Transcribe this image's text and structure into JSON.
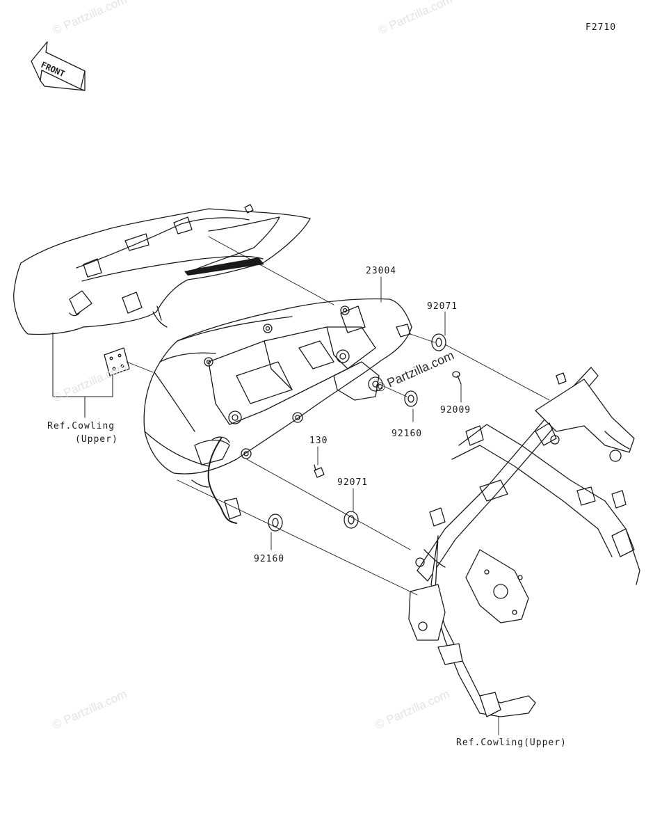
{
  "figure_code": "F2710",
  "front_arrow": {
    "text": "FRONT",
    "icon": "front-direction-arrow-icon"
  },
  "parts": [
    {
      "number": "23004"
    },
    {
      "number": "92071"
    },
    {
      "number": "92009"
    },
    {
      "number": "92160"
    },
    {
      "number": "130"
    },
    {
      "number": "92071"
    },
    {
      "number": "92160"
    }
  ],
  "refs": {
    "cowling_left_line1": "Ref.Cowling",
    "cowling_left_line2": "(Upper)",
    "cowling_bottom": "Ref.Cowling(Upper)"
  },
  "watermark": "© Partzilla.com",
  "colors": {
    "line": "#1a1a1a",
    "watermark": "#e3e3e3",
    "background": "#ffffff"
  }
}
